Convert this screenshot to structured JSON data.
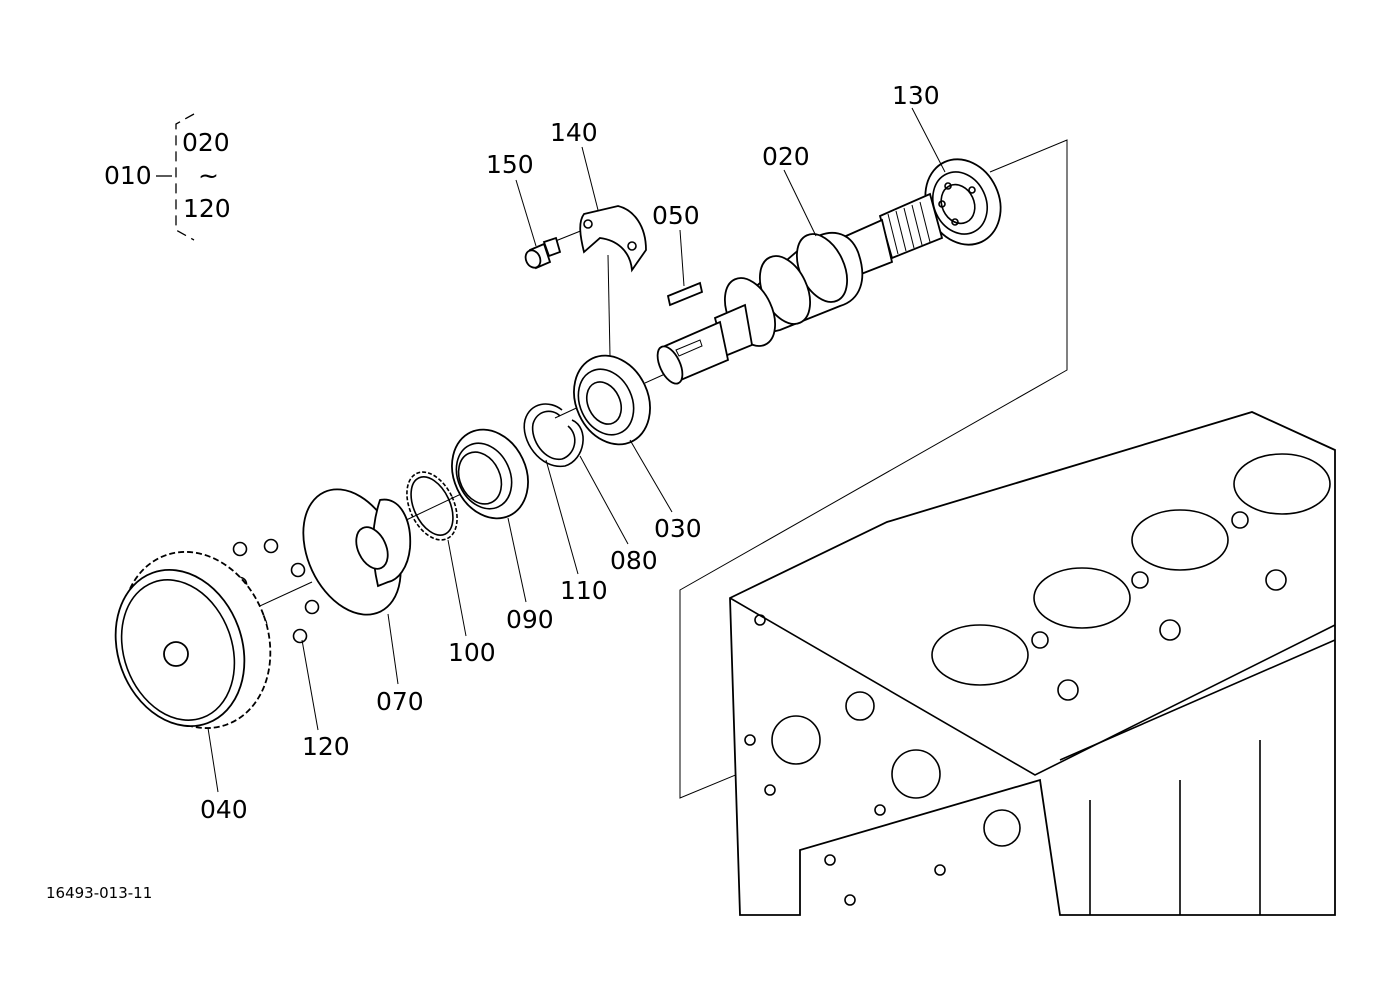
{
  "diagram": {
    "assembly_group": {
      "code": "010",
      "range_start": "020",
      "range_sep": "~",
      "range_end": "120"
    },
    "callouts": [
      {
        "id": "c130",
        "text": "130"
      },
      {
        "id": "c140",
        "text": "140"
      },
      {
        "id": "c150",
        "text": "150"
      },
      {
        "id": "c020",
        "text": "020"
      },
      {
        "id": "c050",
        "text": "050"
      },
      {
        "id": "c030",
        "text": "030"
      },
      {
        "id": "c080",
        "text": "080"
      },
      {
        "id": "c110",
        "text": "110"
      },
      {
        "id": "c090",
        "text": "090"
      },
      {
        "id": "c100",
        "text": "100"
      },
      {
        "id": "c070",
        "text": "070"
      },
      {
        "id": "c120",
        "text": "120"
      },
      {
        "id": "c040",
        "text": "040"
      }
    ],
    "figure_number": "16493-013-11"
  }
}
